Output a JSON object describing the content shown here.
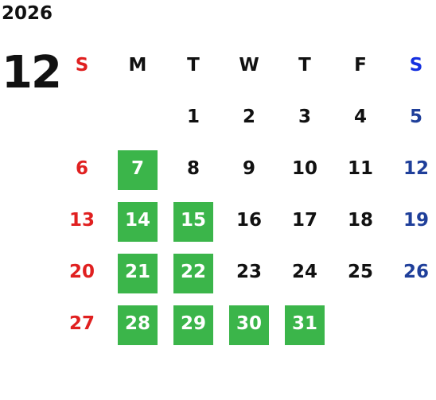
{
  "calendar": {
    "year": "2026",
    "month": "12",
    "weekdays": [
      "S",
      "M",
      "T",
      "W",
      "T",
      "F",
      "S"
    ],
    "weeks": [
      [
        "",
        "",
        "1",
        "2",
        "3",
        "4",
        "5"
      ],
      [
        "6",
        "7",
        "8",
        "9",
        "10",
        "11",
        "12"
      ],
      [
        "13",
        "14",
        "15",
        "16",
        "17",
        "18",
        "19"
      ],
      [
        "20",
        "21",
        "22",
        "23",
        "24",
        "25",
        "26"
      ],
      [
        "27",
        "28",
        "29",
        "30",
        "31",
        "",
        ""
      ]
    ],
    "highlighted_days": [
      "7",
      "14",
      "15",
      "21",
      "22",
      "28",
      "29",
      "30",
      "31"
    ]
  },
  "colors": {
    "highlight": "#3bb54a",
    "sunday": "#e02020",
    "saturday": "#1f3f9a",
    "saturday_header": "#1530e0",
    "text": "#111111"
  }
}
